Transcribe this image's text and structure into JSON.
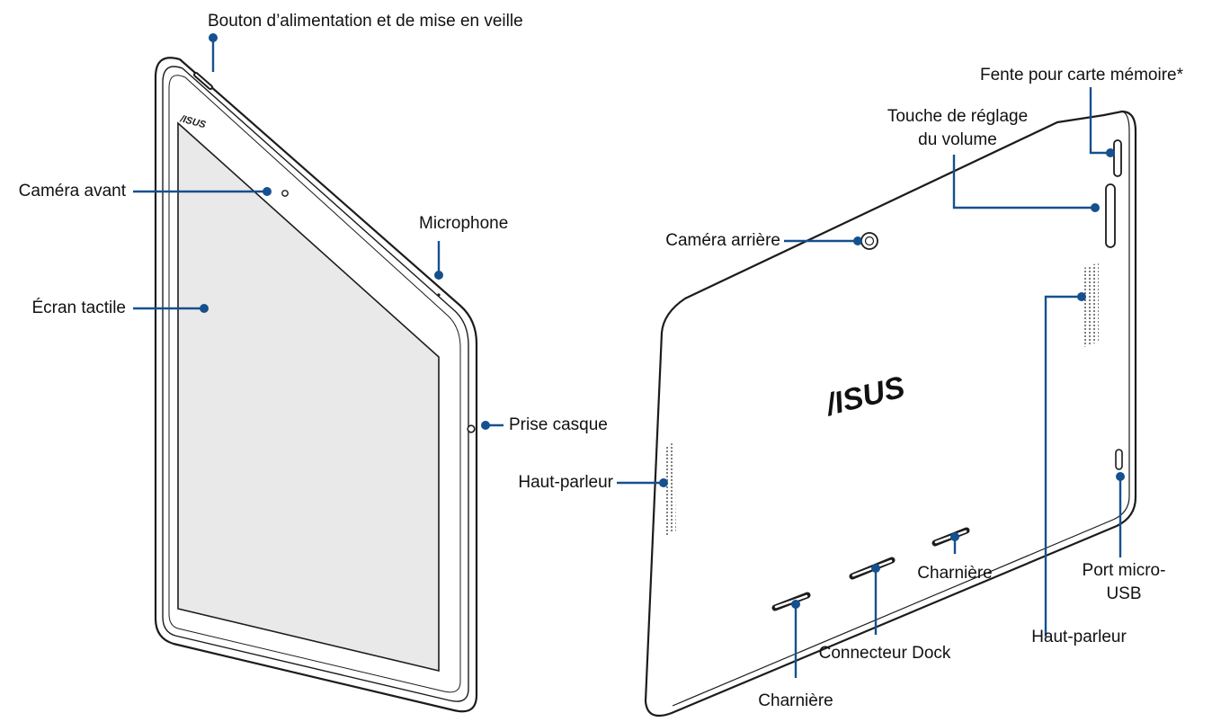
{
  "labels": {
    "power_button": "Bouton d’alimentation et de mise en veille",
    "front_camera": "Caméra avant",
    "touch_screen": "Écran tactile",
    "microphone": "Microphone",
    "headphone_jack": "Prise casque",
    "memory_card_slot": "Fente pour carte mémoire*",
    "volume_key_line1": "Touche de réglage",
    "volume_key_line2": "du volume",
    "rear_camera": "Caméra arrière",
    "speaker_left": "Haut-parleur",
    "speaker_right": "Haut-parleur",
    "micro_usb_line1": "Port micro-",
    "micro_usb_line2": "USB",
    "hinge_right": "Charnière",
    "hinge_left": "Charnière",
    "dock_connector": "Connecteur Dock"
  },
  "logos": {
    "front": "/ISUS",
    "back": "/ISUS"
  },
  "colors": {
    "leader": "#15508f",
    "device_outline": "#1c1c1c",
    "screen": "#e9e9e9",
    "text": "#111111"
  }
}
